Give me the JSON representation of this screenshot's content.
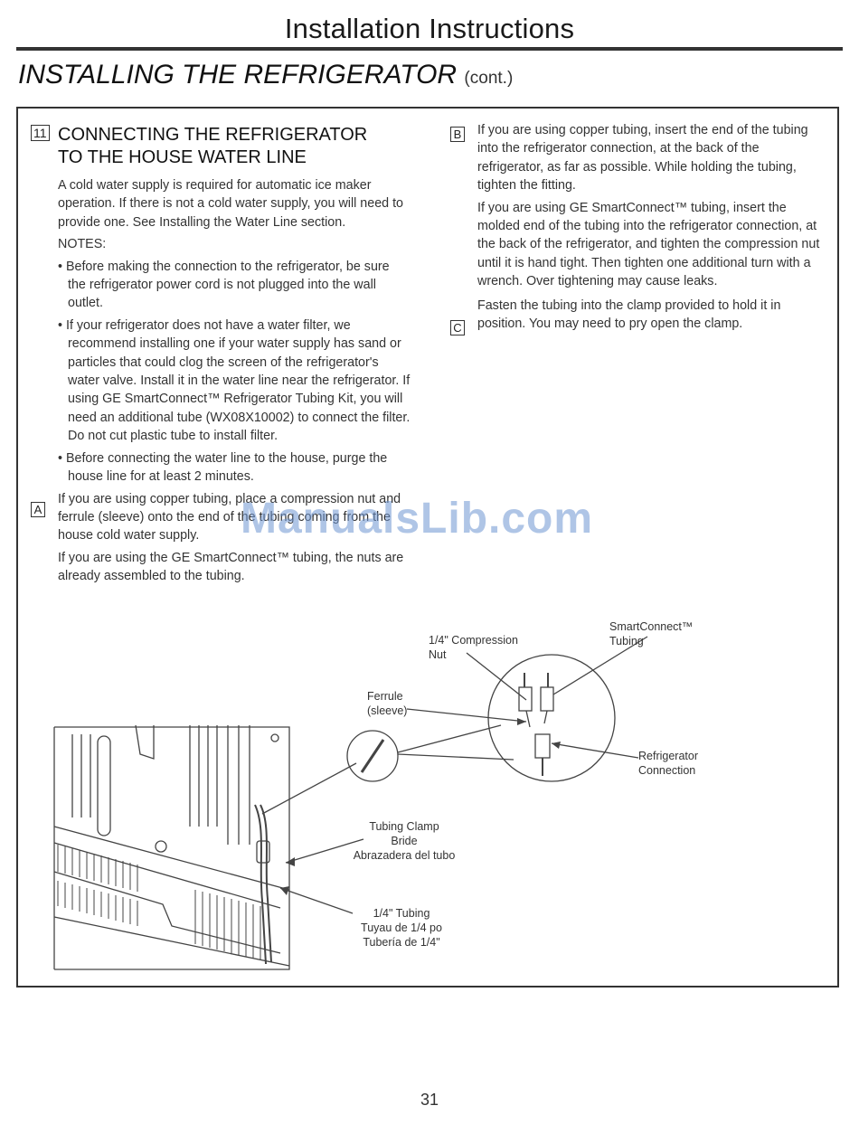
{
  "header": {
    "title": "Installation Instructions"
  },
  "section": {
    "title": "INSTALLING THE REFRIGERATOR",
    "suffix": "(cont.)"
  },
  "step": {
    "number": "11",
    "title_line1": "CONNECTING THE REFRIGERATOR",
    "title_line2": "TO THE HOUSE WATER LINE",
    "intro": "A cold water supply is required for automatic ice maker operation. If there is not a cold water supply, you will need to provide one. See Installing the Water Line section.",
    "notes_label": "NOTES:",
    "notes": [
      "• Before making the connection to the refrigerator, be sure the refrigerator power cord is not plugged into the wall outlet.",
      "• If your refrigerator does not have a water filter, we recommend installing one if your water supply has sand or particles that could clog the screen of the refrigerator's water valve. Install it in the water line near the refrigerator. If using GE SmartConnect™ Refrigerator Tubing Kit, you will need an additional tube (WX08X10002) to connect the filter. Do not cut plastic tube to install filter.",
      "• Before connecting the water line to the house, purge the house line for at least 2 minutes."
    ],
    "substeps": [
      {
        "letter": "A",
        "paragraphs": [
          "If you are using copper tubing, place a compression nut and ferrule (sleeve) onto the end of the tubing coming from the house cold water supply.",
          "If you are using the GE SmartConnect™ tubing, the nuts are already assembled to the tubing."
        ]
      },
      {
        "letter": "B",
        "paragraphs": [
          "If you are using copper tubing, insert the end of the tubing into the refrigerator connection, at the back of the refrigerator, as far as possible. While holding the tubing, tighten the fitting.",
          "If you are using GE SmartConnect™ tubing, insert the molded end of the tubing into the refrigerator connection, at the back of the refrigerator, and tighten the compression nut until it is hand tight. Then tighten one additional turn with a wrench. Over tightening may cause leaks."
        ]
      },
      {
        "letter": "C",
        "paragraphs": [
          "Fasten the tubing into the clamp provided to hold it in position. You may need to pry open the clamp."
        ]
      }
    ]
  },
  "watermark": "ManualsLib.com",
  "diagram": {
    "labels": {
      "compression_nut": [
        "1/4\" Compression",
        "Nut"
      ],
      "smartconnect": [
        "SmartConnect™",
        "Tubing"
      ],
      "ferrule": [
        "Ferrule",
        "(sleeve)"
      ],
      "refrigerator_connection": [
        "Refrigerator",
        "Connection"
      ],
      "tubing_clamp": [
        "Tubing Clamp",
        "Bride",
        "Abrazadera del tubo"
      ],
      "tubing": [
        "1/4\" Tubing",
        "Tuyau de 1/4 po",
        "Tubería de 1/4\""
      ]
    }
  },
  "footer": {
    "page_number": "31"
  }
}
